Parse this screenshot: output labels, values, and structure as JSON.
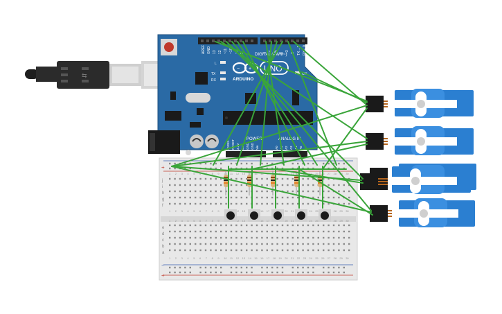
{
  "board": {
    "brand": "ARDUINO",
    "model": "UNO",
    "logo": "∞",
    "digital_header": "DIGITAL (PWM~)",
    "power_header": "POWER",
    "analog_header": "ANALOG IN",
    "aref": "AREF",
    "gnd": "GND",
    "tx0": "TX→1",
    "rx0": "RX←0",
    "pin13": "13",
    "pin12": "12",
    "pin11": "~11",
    "pin10": "~10",
    "pin9": "~9",
    "pin8": "8",
    "pin7": "7",
    "pin6": "~6",
    "pin5": "~5",
    "pin4": "4",
    "pin3": "~3",
    "pin2": "2",
    "led_l": "L",
    "led_tx": "TX",
    "led_rx": "RX",
    "led_on": "ON",
    "ioref": "IOREF",
    "reset": "RESET",
    "v33": "3.3V",
    "v5": "5V",
    "gnd_a": "GND",
    "gnd_b": "GND",
    "vin": "Vin",
    "a0": "A0",
    "a1": "A1",
    "a2": "A2",
    "a3": "A3",
    "a4": "A4",
    "a5": "A5"
  },
  "breadboard": {
    "plus": "+",
    "minus": "−",
    "row_f": "f",
    "row_g": "g",
    "row_h": "h",
    "row_i": "i",
    "row_j": "j",
    "row_a": "a",
    "row_b": "b",
    "row_c": "c",
    "row_d": "d",
    "row_e": "e",
    "col_numbers": [
      "1",
      "2",
      "3",
      "4",
      "5",
      "6",
      "7",
      "8",
      "9",
      "10",
      "11",
      "12",
      "13",
      "14",
      "15",
      "16",
      "17",
      "18",
      "19",
      "20",
      "21",
      "22",
      "23",
      "24",
      "25",
      "26",
      "27",
      "28",
      "29",
      "30"
    ]
  },
  "colors": {
    "board": "#2a6aa5",
    "wire": "#3aa53a",
    "servo": "#2b7fd1",
    "breadboard": "#e8e8e8",
    "usb": "#2b2b2b"
  }
}
